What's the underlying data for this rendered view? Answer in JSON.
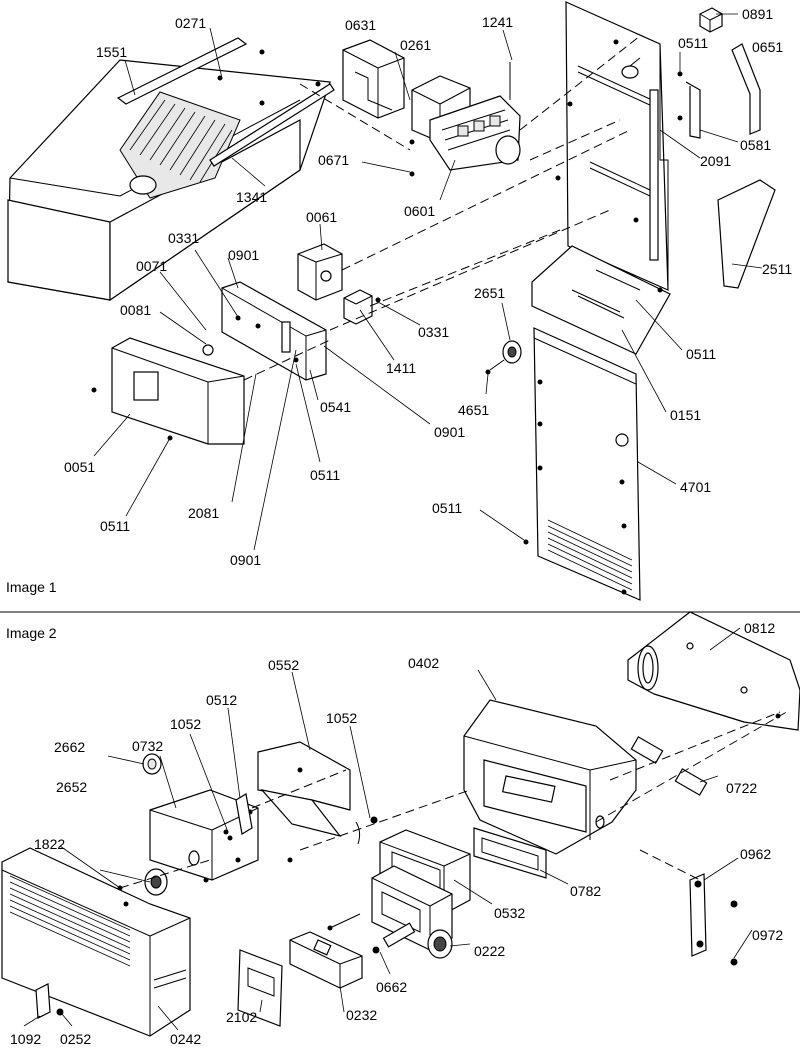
{
  "panels": [
    {
      "caption": "Image 1"
    },
    {
      "caption": "Image 2"
    }
  ],
  "labels": {
    "l0271": "0271",
    "l1551": "1551",
    "l0631": "0631",
    "l0261": "0261",
    "l1241": "1241",
    "l0891": "0891",
    "l0511a": "0511",
    "l0651": "0651",
    "l0581": "0581",
    "l2091": "2091",
    "l0671": "0671",
    "l0601": "0601",
    "l1341": "1341",
    "l0061": "0061",
    "l0331a": "0331",
    "l0901a": "0901",
    "l0071": "0071",
    "l0081": "0081",
    "l0331b": "0331",
    "l1411": "1411",
    "l2651": "2651",
    "l2511": "2511",
    "l0511b": "0511",
    "l4651": "4651",
    "l0151": "0151",
    "l0541": "0541",
    "l0901b": "0901",
    "l0051": "0051",
    "l0511c": "0511",
    "l4701": "4701",
    "l2081": "2081",
    "l0511d": "0511",
    "l0511e": "0511",
    "l0901c": "0901",
    "l0812": "0812",
    "l0552": "0552",
    "l0402": "0402",
    "l0512": "0512",
    "l1052a": "1052",
    "l1052b": "1052",
    "l2662": "2662",
    "l0732": "0732",
    "l0722": "0722",
    "l2652": "2652",
    "l1822": "1822",
    "l0962": "0962",
    "l0782": "0782",
    "l0532": "0532",
    "l0972": "0972",
    "l0222": "0222",
    "l0662": "0662",
    "l2102": "2102",
    "l0232": "0232",
    "l1092": "1092",
    "l0252": "0252",
    "l0242": "0242"
  }
}
